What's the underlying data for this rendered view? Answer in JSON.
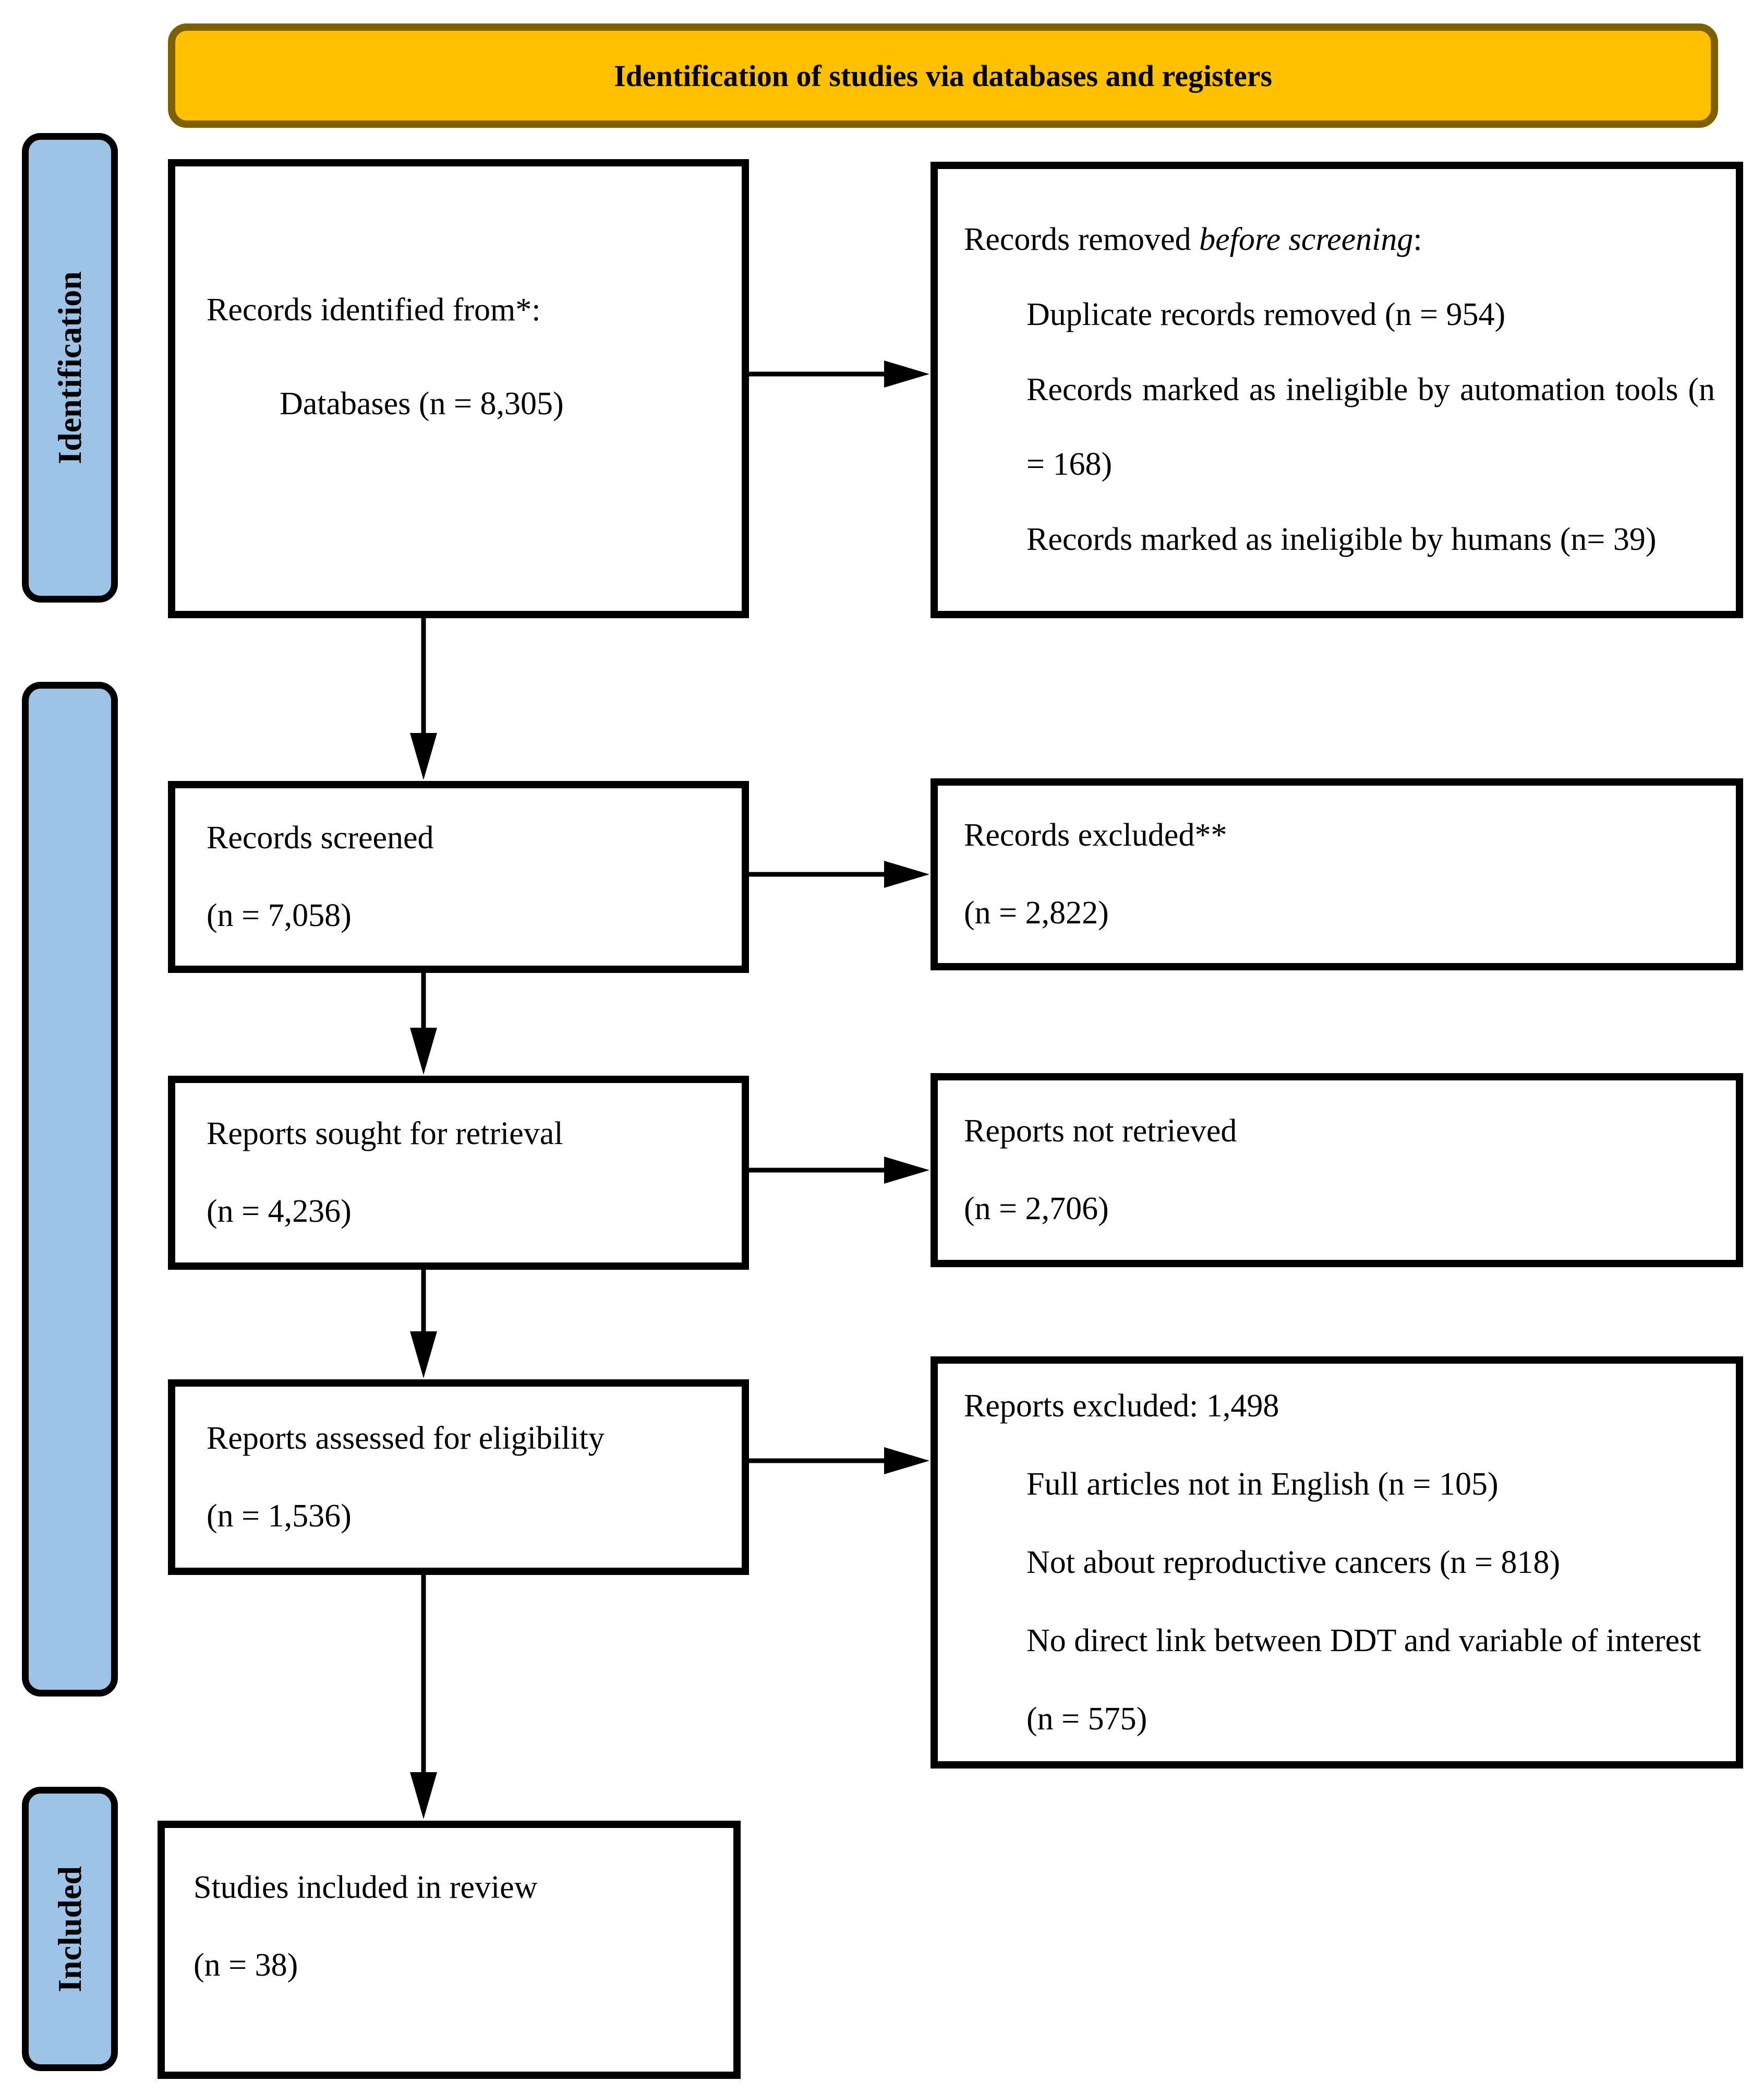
{
  "banner": {
    "title": "Identification of studies via databases and registers"
  },
  "stages": {
    "identification": "Identification",
    "included": "Included"
  },
  "colors": {
    "banner_fill": "#FFC000",
    "banner_border": "#7F6000",
    "stage_fill": "#9DC3E6",
    "stage_border": "#000000",
    "box_border": "#000000"
  },
  "boxes": {
    "records_identified": {
      "line1": "Records identified from*:",
      "line2": "Databases (n = 8,305)"
    },
    "records_removed": {
      "title_prefix": "Records removed ",
      "title_italic": "before screening",
      "title_suffix": ":",
      "items": [
        "Duplicate records removed (n = 954)",
        "Records marked as ineligible by automation tools (n = 168)",
        "Records marked as ineligible by humans (n= 39)"
      ]
    },
    "records_screened": {
      "line1": "Records screened",
      "line2": "(n = 7,058)"
    },
    "records_excluded": {
      "line1": "Records excluded**",
      "line2": "(n = 2,822)"
    },
    "reports_sought": {
      "line1": "Reports sought for retrieval",
      "line2": "(n = 4,236)"
    },
    "reports_not_retrieved": {
      "line1": "Reports not retrieved",
      "line2": "(n = 2,706)"
    },
    "reports_assessed": {
      "line1": "Reports assessed for eligibility",
      "line2": "(n = 1,536)"
    },
    "reports_excluded": {
      "title": "Reports excluded: 1,498",
      "items": [
        "Full articles not in English (n = 105)",
        "Not about reproductive cancers (n = 818)",
        "No direct link between DDT and variable of interest (n = 575)"
      ]
    },
    "studies_included": {
      "line1": "Studies included in review",
      "line2": "(n = 38)"
    }
  }
}
